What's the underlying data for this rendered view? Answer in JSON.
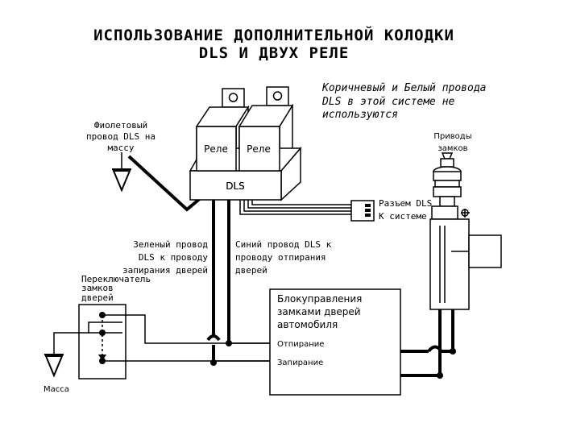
{
  "title": {
    "line1": "ИСПОЛЬЗОВАНИЕ ДОПОЛНИТЕЛЬНОЙ КОЛОДКИ",
    "line2": "DLS И ДВУХ РЕЛЕ"
  },
  "note": {
    "line1": "Коричневый и Белый провода",
    "line2": "DLS в этой системе не",
    "line3": "используются"
  },
  "violet_wire": {
    "line1": "Фиолетовый",
    "line2": "провод DLS на",
    "line3": "массу"
  },
  "actuators": {
    "line1": "Приводы",
    "line2": "замков"
  },
  "relay_left": "Реле",
  "relay_right": "Реле",
  "dls_box": "DLS",
  "connector": {
    "line1": "Разъем DLS",
    "line2": "К системе"
  },
  "green_wire": {
    "line1": "Зеленый провод",
    "line2": "DLS к проводу",
    "line3": "запирания дверей"
  },
  "blue_wire": {
    "line1": "Синий провод DLS к",
    "line2": "проводу отпирания",
    "line3": "дверей"
  },
  "switch": {
    "line1": "Переключатель",
    "line2": "замков",
    "line3": "дверей"
  },
  "control_unit": {
    "line1": "Блокуправления",
    "line2": "замками дверей",
    "line3": "автомобиля",
    "unlock": "Отпирание",
    "lock": "Запирание"
  },
  "ground": "Масса"
}
